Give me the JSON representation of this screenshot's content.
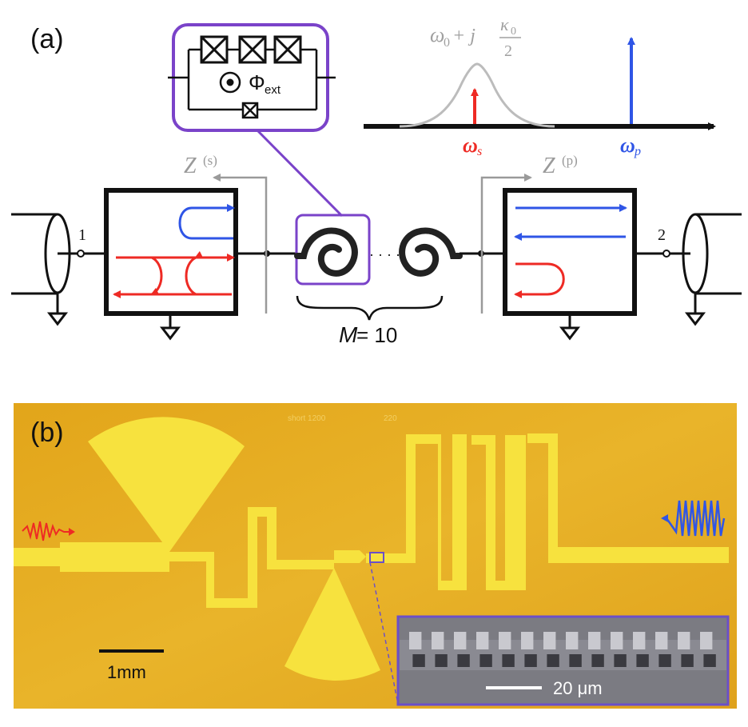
{
  "panel_a": {
    "label": "(a)",
    "port1": "1",
    "port2": "2",
    "zs_symbol": "Z",
    "zs_sup": "(s)",
    "zp_symbol": "Z",
    "zp_sup": "(p)",
    "flux_symbol": "Φ",
    "flux_sub": "ext",
    "m_var": "M",
    "m_eq": " = 10",
    "dots": "· · · ·",
    "resonance": {
      "omega": "ω",
      "omega_sub": "0",
      "plus_j": " + j",
      "kappa": "κ",
      "kappa_sub": "0",
      "denom": "2"
    },
    "omega_s": "ω",
    "omega_s_sub": "s",
    "omega_p": "ω",
    "omega_p_sub": "p",
    "colors": {
      "signal": "#ee2a24",
      "pump": "#2f55e6",
      "jj_box": "#7a43c9",
      "gray": "#9a9a9a"
    }
  },
  "panel_b": {
    "label": "(b)",
    "chip_text_1": "short 1200",
    "chip_text_2": "220",
    "scale_bar": "1mm",
    "sem_scale": "20 μm",
    "colors": {
      "chip": "#e5ad1e",
      "metal": "#f7e23e",
      "frame": "#6b4fc8",
      "sem_bg": "#7b7b82"
    }
  }
}
